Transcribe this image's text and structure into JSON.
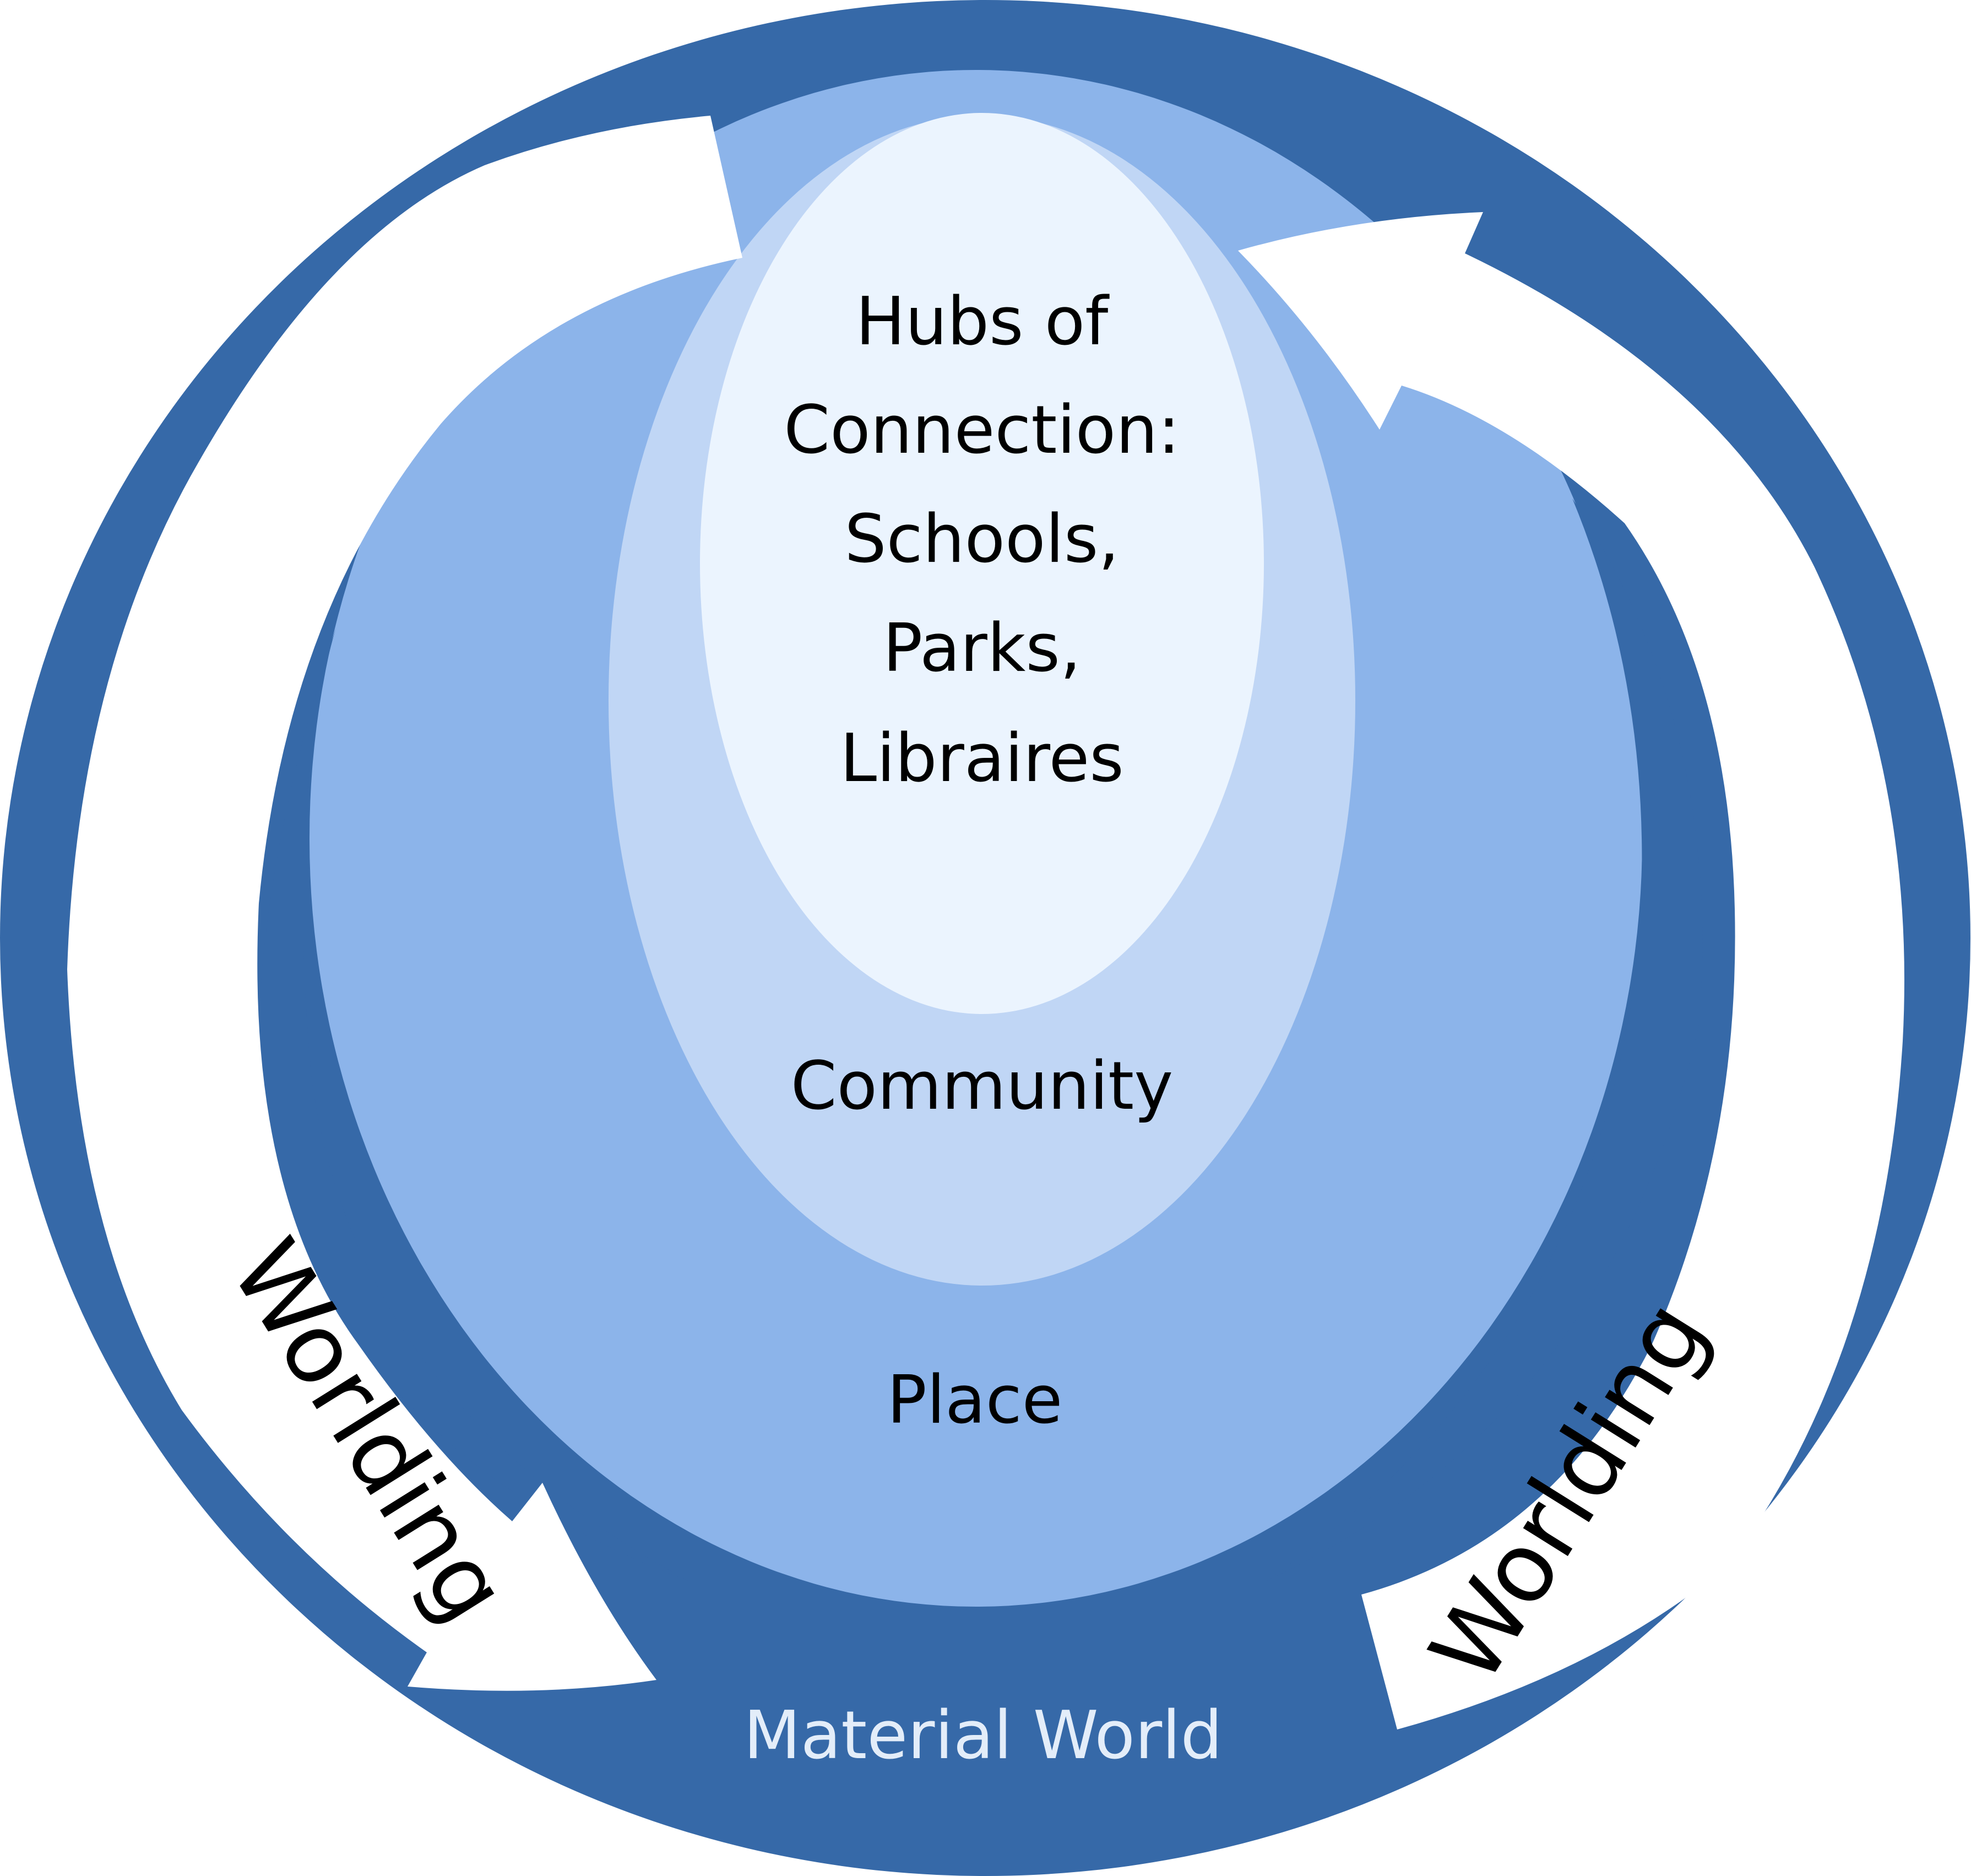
{
  "labels": {
    "hubs": [
      "Hubs of",
      "Connection:",
      "Schools,",
      "Parks,",
      "Libraires"
    ],
    "community": "Community",
    "place": "Place",
    "material_world": "Material World",
    "worlding_left": "Worlding",
    "worlding_right": "Worlding"
  },
  "colors": {
    "material_world": "#3669a8",
    "place": "#8cb4ea",
    "community": "#c0d6f5",
    "hubs": "#ebf4fe",
    "arrow": "#ffffff",
    "text_dark": "#000000",
    "text_light": "#e3edf9"
  }
}
